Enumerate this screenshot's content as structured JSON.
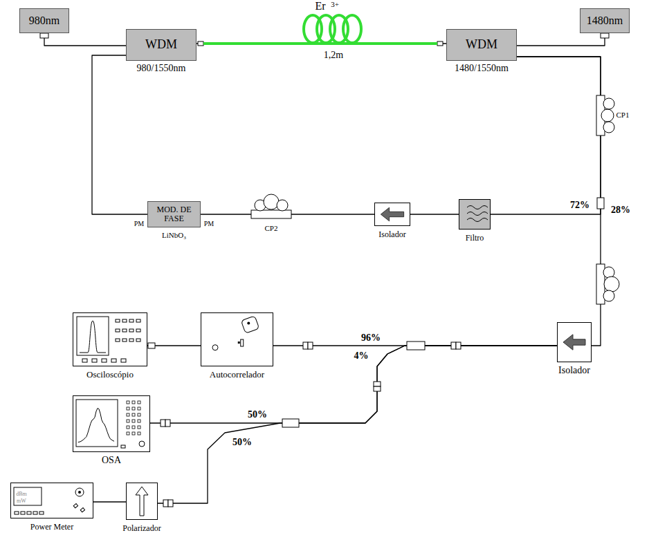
{
  "diagram": {
    "nodes": [
      {
        "text": [
          "980nm"
        ]
      },
      {
        "text": [
          "WDM",
          "980/1550nm"
        ]
      },
      {
        "text": [
          "1480nm"
        ]
      },
      {
        "text": [
          "WDM",
          "1480/1550nm"
        ]
      },
      {
        "text": [
          "MOD. DE FASE",
          "LiNbO₃"
        ]
      },
      {
        "text": [
          "Isolador"
        ]
      },
      {
        "text": [
          "Filtro"
        ]
      },
      {
        "text": [
          "Isolador"
        ]
      },
      {
        "text": [
          "Autocorrelador"
        ]
      },
      {
        "text": [
          "Osciloscópio"
        ]
      },
      {
        "text": [
          "OSA"
        ]
      },
      {
        "text": [
          "Polarizador"
        ]
      },
      {
        "text": [
          "Power Meter"
        ]
      }
    ],
    "edges": [
      {
        "from": 0,
        "to": 1,
        "arrow": "none"
      },
      {
        "from": 2,
        "to": 3,
        "arrow": "none"
      },
      {
        "from": 1,
        "to": 3,
        "arrow": "none"
      },
      {
        "from": 3,
        "to": 6,
        "arrow": "none"
      },
      {
        "from": 3,
        "to": 7,
        "arrow": "none"
      },
      {
        "from": 6,
        "to": 5,
        "arrow": "none"
      },
      {
        "from": 5,
        "to": 4,
        "arrow": "none"
      },
      {
        "from": 4,
        "to": 1,
        "arrow": "none"
      },
      {
        "from": 7,
        "to": 8,
        "arrow": "none"
      },
      {
        "from": 7,
        "to": 10,
        "arrow": "none"
      },
      {
        "from": 7,
        "to": 11,
        "arrow": "none"
      },
      {
        "from": 8,
        "to": 9,
        "arrow": "none"
      },
      {
        "from": 11,
        "to": 12,
        "arrow": "none"
      }
    ],
    "labels": [
      "Er",
      "3+",
      "1,2m",
      "CP1",
      "72%",
      "28%",
      "PM",
      "PM",
      "CP2",
      "96%",
      "4%",
      "50%",
      "50%",
      "dBm",
      "mW"
    ]
  }
}
